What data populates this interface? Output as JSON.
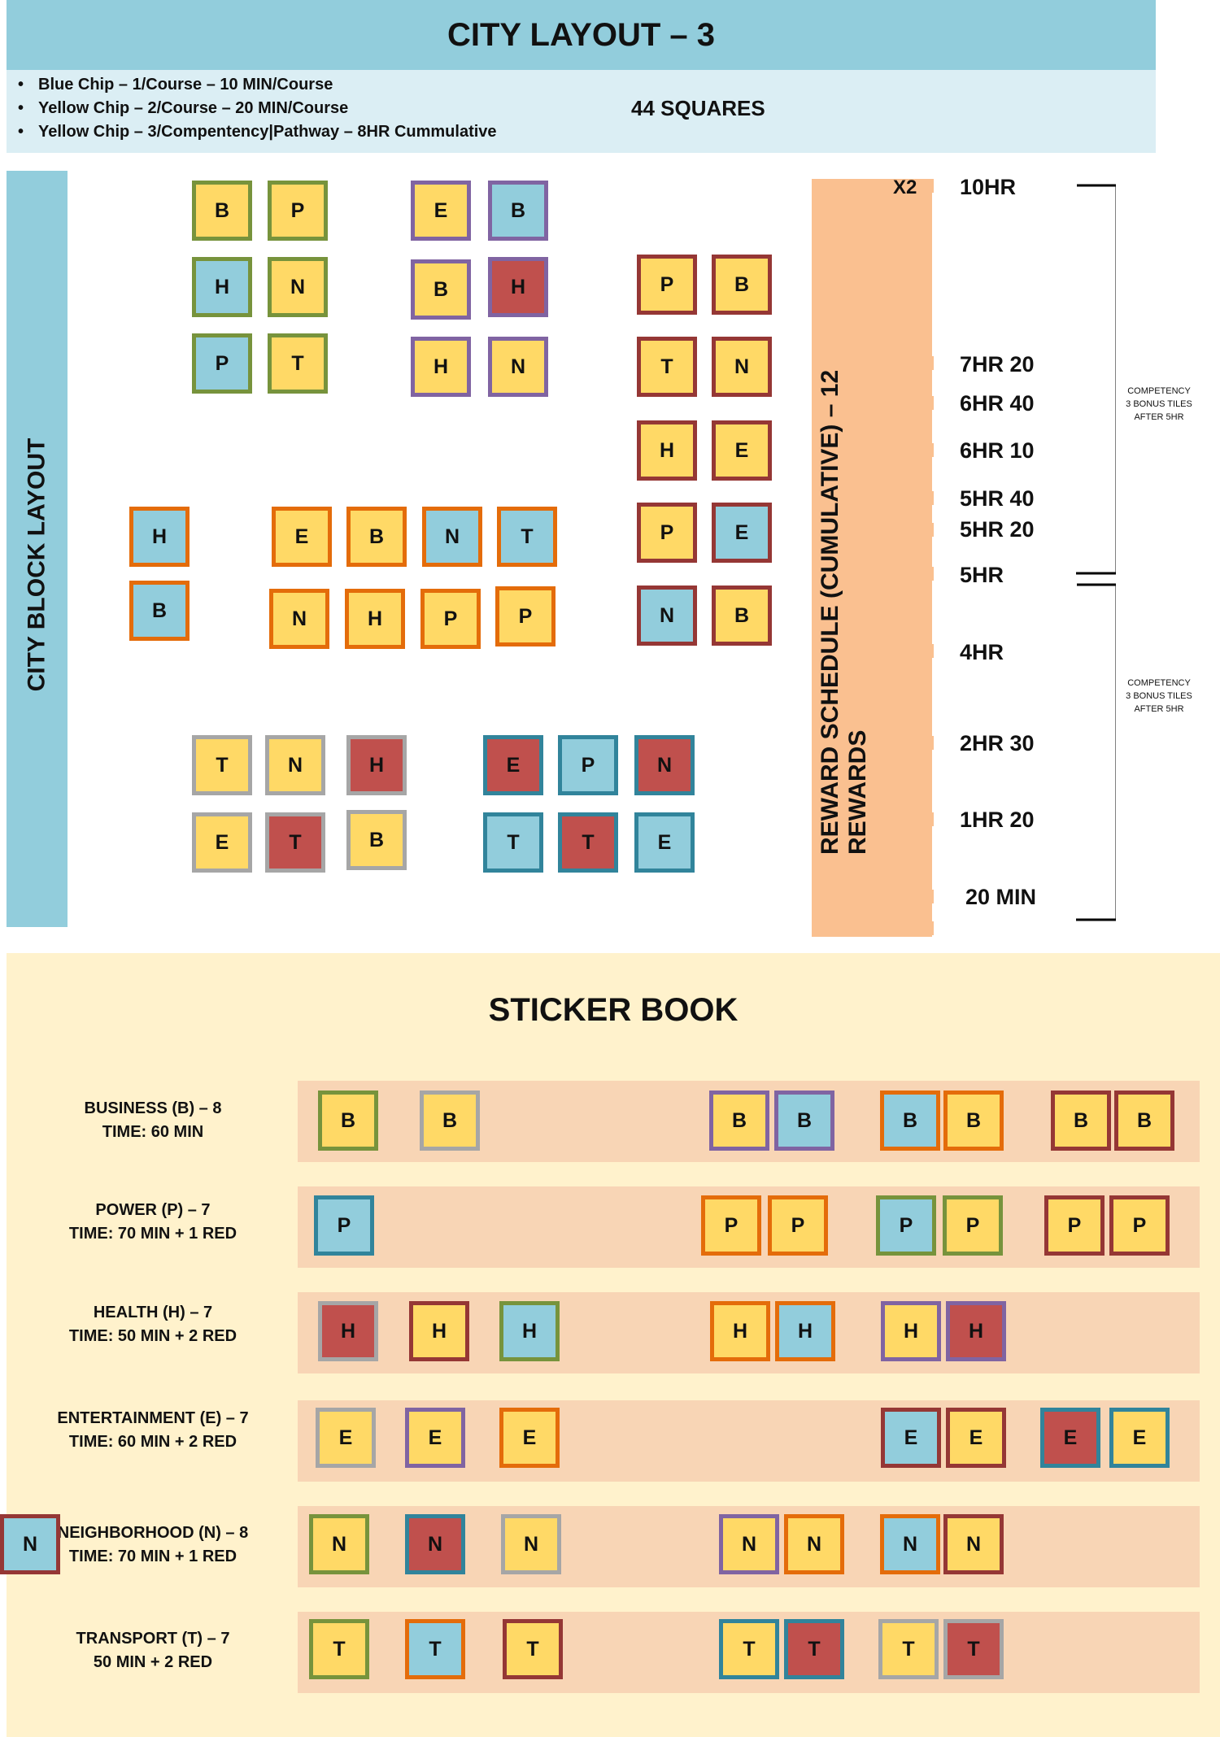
{
  "header": {
    "title": "CITY LAYOUT – 3",
    "legend": [
      "Blue Chip – 1/Course – 10 MIN/Course",
      "Yellow Chip – 2/Course – 20 MIN/Course",
      "Yellow Chip – 3/Compentency|Pathway – 8HR Cummulative"
    ],
    "squares": "44 SQUARES"
  },
  "city": {
    "side_label": "CITY BLOCK LAYOUT",
    "tiles": [
      {
        "letter": "B",
        "fill": "yellow",
        "border": "green"
      },
      {
        "letter": "P",
        "fill": "yellow",
        "border": "green"
      },
      {
        "letter": "H",
        "fill": "blue",
        "border": "green"
      },
      {
        "letter": "N",
        "fill": "yellow",
        "border": "green"
      },
      {
        "letter": "P",
        "fill": "blue",
        "border": "green"
      },
      {
        "letter": "T",
        "fill": "yellow",
        "border": "green"
      },
      {
        "letter": "E",
        "fill": "yellow",
        "border": "purple"
      },
      {
        "letter": "B",
        "fill": "blue",
        "border": "purple"
      },
      {
        "letter": "B",
        "fill": "yellow",
        "border": "purple"
      },
      {
        "letter": "H",
        "fill": "red",
        "border": "purple"
      },
      {
        "letter": "H",
        "fill": "yellow",
        "border": "purple"
      },
      {
        "letter": "N",
        "fill": "yellow",
        "border": "purple"
      },
      {
        "letter": "P",
        "fill": "yellow",
        "border": "maroon"
      },
      {
        "letter": "B",
        "fill": "yellow",
        "border": "maroon"
      },
      {
        "letter": "T",
        "fill": "yellow",
        "border": "maroon"
      },
      {
        "letter": "N",
        "fill": "yellow",
        "border": "maroon"
      },
      {
        "letter": "H",
        "fill": "yellow",
        "border": "maroon"
      },
      {
        "letter": "E",
        "fill": "yellow",
        "border": "maroon"
      },
      {
        "letter": "P",
        "fill": "yellow",
        "border": "maroon"
      },
      {
        "letter": "E",
        "fill": "blue",
        "border": "maroon"
      },
      {
        "letter": "N",
        "fill": "blue",
        "border": "maroon"
      },
      {
        "letter": "B",
        "fill": "yellow",
        "border": "maroon"
      },
      {
        "letter": "H",
        "fill": "blue",
        "border": "orange"
      },
      {
        "letter": "B",
        "fill": "blue",
        "border": "orange"
      },
      {
        "letter": "E",
        "fill": "yellow",
        "border": "orange"
      },
      {
        "letter": "B",
        "fill": "yellow",
        "border": "orange"
      },
      {
        "letter": "N",
        "fill": "blue",
        "border": "orange"
      },
      {
        "letter": "T",
        "fill": "blue",
        "border": "orange"
      },
      {
        "letter": "N",
        "fill": "yellow",
        "border": "orange"
      },
      {
        "letter": "H",
        "fill": "yellow",
        "border": "orange"
      },
      {
        "letter": "P",
        "fill": "yellow",
        "border": "orange"
      },
      {
        "letter": "P",
        "fill": "yellow",
        "border": "orange"
      },
      {
        "letter": "T",
        "fill": "yellow",
        "border": "gray"
      },
      {
        "letter": "N",
        "fill": "yellow",
        "border": "gray"
      },
      {
        "letter": "H",
        "fill": "red",
        "border": "gray"
      },
      {
        "letter": "E",
        "fill": "yellow",
        "border": "gray"
      },
      {
        "letter": "T",
        "fill": "red",
        "border": "gray"
      },
      {
        "letter": "B",
        "fill": "yellow",
        "border": "gray"
      },
      {
        "letter": "E",
        "fill": "red",
        "border": "teal"
      },
      {
        "letter": "P",
        "fill": "blue",
        "border": "teal"
      },
      {
        "letter": "N",
        "fill": "red",
        "border": "teal"
      },
      {
        "letter": "T",
        "fill": "blue",
        "border": "teal"
      },
      {
        "letter": "T",
        "fill": "red",
        "border": "teal"
      },
      {
        "letter": "E",
        "fill": "blue",
        "border": "teal"
      }
    ]
  },
  "reward": {
    "title": "REWARD SCHEDULE (CUMULATIVE) – 12 REWARDS",
    "x2": "X2",
    "levels": [
      "10HR",
      "7HR 20",
      "6HR 40",
      "6HR 10",
      "5HR 40",
      "5HR 20",
      "5HR",
      "4HR",
      "2HR 30",
      "1HR 20",
      "20 MIN"
    ],
    "bonus_note": [
      "COMPETENCY",
      "3 BONUS TILES",
      "AFTER 5HR"
    ]
  },
  "sticker_book": {
    "title": "STICKER BOOK",
    "rows": [
      {
        "name": "BUSINESS (B) – 8",
        "time": "TIME: 60 MIN",
        "stickers": [
          {
            "letter": "B",
            "fill": "yellow",
            "border": "green"
          },
          {
            "letter": "B",
            "fill": "yellow",
            "border": "gray"
          },
          {
            "letter": "B",
            "fill": "yellow",
            "border": "purple"
          },
          {
            "letter": "B",
            "fill": "blue",
            "border": "purple"
          },
          {
            "letter": "B",
            "fill": "blue",
            "border": "orange"
          },
          {
            "letter": "B",
            "fill": "yellow",
            "border": "orange"
          },
          {
            "letter": "B",
            "fill": "yellow",
            "border": "maroon"
          },
          {
            "letter": "B",
            "fill": "yellow",
            "border": "maroon"
          }
        ]
      },
      {
        "name": "POWER (P) – 7",
        "time": "TIME: 70 MIN + 1 RED",
        "stickers": [
          {
            "letter": "P",
            "fill": "blue",
            "border": "teal"
          },
          {
            "letter": "P",
            "fill": "yellow",
            "border": "orange"
          },
          {
            "letter": "P",
            "fill": "yellow",
            "border": "orange"
          },
          {
            "letter": "P",
            "fill": "blue",
            "border": "green"
          },
          {
            "letter": "P",
            "fill": "yellow",
            "border": "green"
          },
          {
            "letter": "P",
            "fill": "yellow",
            "border": "maroon"
          },
          {
            "letter": "P",
            "fill": "yellow",
            "border": "maroon"
          }
        ]
      },
      {
        "name": "HEALTH (H) – 7",
        "time": "TIME: 50 MIN + 2 RED",
        "stickers": [
          {
            "letter": "H",
            "fill": "red",
            "border": "gray"
          },
          {
            "letter": "H",
            "fill": "yellow",
            "border": "maroon"
          },
          {
            "letter": "H",
            "fill": "blue",
            "border": "green"
          },
          {
            "letter": "H",
            "fill": "yellow",
            "border": "orange"
          },
          {
            "letter": "H",
            "fill": "blue",
            "border": "orange"
          },
          {
            "letter": "H",
            "fill": "yellow",
            "border": "purple"
          },
          {
            "letter": "H",
            "fill": "red",
            "border": "purple"
          }
        ]
      },
      {
        "name": "ENTERTAINMENT (E) – 7",
        "time": "TIME: 60 MIN + 2 RED",
        "stickers": [
          {
            "letter": "E",
            "fill": "yellow",
            "border": "gray"
          },
          {
            "letter": "E",
            "fill": "yellow",
            "border": "purple"
          },
          {
            "letter": "E",
            "fill": "yellow",
            "border": "orange"
          },
          {
            "letter": "E",
            "fill": "blue",
            "border": "maroon"
          },
          {
            "letter": "E",
            "fill": "yellow",
            "border": "maroon"
          },
          {
            "letter": "E",
            "fill": "red",
            "border": "teal"
          },
          {
            "letter": "E",
            "fill": "yellow",
            "border": "teal"
          }
        ]
      },
      {
        "name": "NEIGHBORHOOD (N) – 8",
        "time": "TIME: 70 MIN + 1 RED",
        "stickers": [
          {
            "letter": "N",
            "fill": "yellow",
            "border": "green"
          },
          {
            "letter": "N",
            "fill": "red",
            "border": "teal"
          },
          {
            "letter": "N",
            "fill": "yellow",
            "border": "gray"
          },
          {
            "letter": "N",
            "fill": "yellow",
            "border": "purple"
          },
          {
            "letter": "N",
            "fill": "yellow",
            "border": "orange"
          },
          {
            "letter": "N",
            "fill": "blue",
            "border": "orange"
          },
          {
            "letter": "N",
            "fill": "yellow",
            "border": "maroon"
          },
          {
            "letter": "N",
            "fill": "blue",
            "border": "maroon"
          }
        ]
      },
      {
        "name": "TRANSPORT (T) – 7",
        "time": "50 MIN + 2 RED",
        "stickers": [
          {
            "letter": "T",
            "fill": "yellow",
            "border": "green"
          },
          {
            "letter": "T",
            "fill": "blue",
            "border": "orange"
          },
          {
            "letter": "T",
            "fill": "yellow",
            "border": "maroon"
          },
          {
            "letter": "T",
            "fill": "yellow",
            "border": "teal"
          },
          {
            "letter": "T",
            "fill": "red",
            "border": "teal"
          },
          {
            "letter": "T",
            "fill": "yellow",
            "border": "gray"
          },
          {
            "letter": "T",
            "fill": "red",
            "border": "gray"
          }
        ]
      }
    ]
  },
  "colors": {
    "yellow": "#ffd966",
    "blue": "#92cddc",
    "red": "#c0504d",
    "green": "#77933c",
    "purple": "#8064a2",
    "orange": "#e46c0a",
    "maroon": "#953735",
    "gray": "#a6a6a6",
    "teal": "#31849b"
  }
}
